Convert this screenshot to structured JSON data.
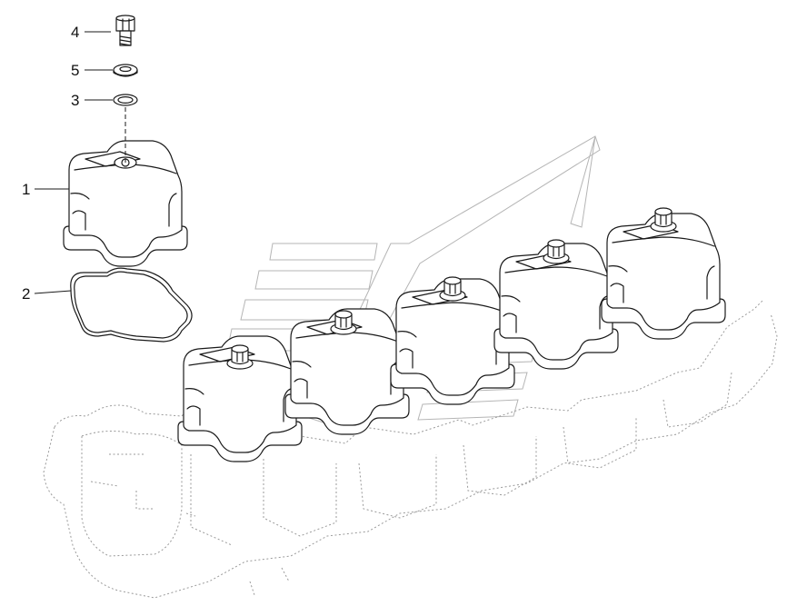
{
  "callouts": [
    {
      "number": "4",
      "part": "bolt"
    },
    {
      "number": "5",
      "part": "washer"
    },
    {
      "number": "3",
      "part": "seal-ring"
    },
    {
      "number": "1",
      "part": "valve-cover"
    },
    {
      "number": "2",
      "part": "gasket"
    }
  ],
  "colors": {
    "ink": "#1a1a1a",
    "ghost": "#9a9a9a",
    "watermark": "#b5b5b5",
    "background": "#ffffff"
  }
}
